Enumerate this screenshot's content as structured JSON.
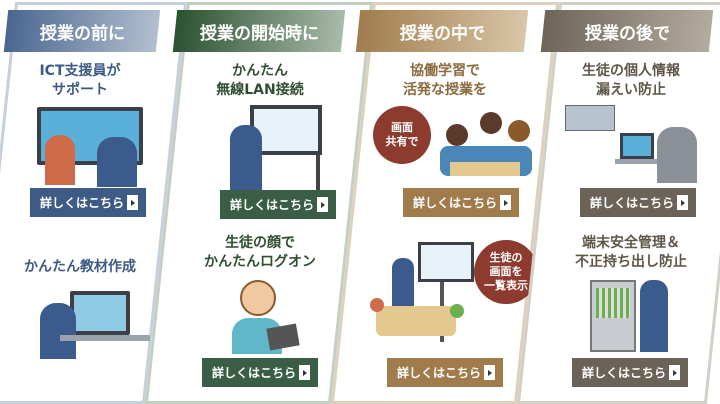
{
  "columns": [
    {
      "header": "授業の前に",
      "items": [
        {
          "title": "ICT支援員が\nサポート",
          "button": "詳しくはこちら"
        },
        {
          "title": "かんたん教材作成"
        }
      ]
    },
    {
      "header": "授業の開始時に",
      "items": [
        {
          "title": "かんたん\n無線LAN接続",
          "button": "詳しくはこちら"
        },
        {
          "title": "生徒の顔で\nかんたんログオン",
          "button": "詳しくはこちら"
        }
      ]
    },
    {
      "header": "授業の中で",
      "items": [
        {
          "title": "協働学習で\n活発な授業を",
          "button": "詳しくはこちら",
          "badge": "画面\n共有で"
        },
        {
          "button": "詳しくはこちら",
          "badge": "生徒の\n画面を\n一覧表示"
        }
      ]
    },
    {
      "header": "授業の後で",
      "items": [
        {
          "title": "生徒の個人情報\n漏えい防止",
          "button": "詳しくはこちら"
        },
        {
          "title": "端末安全管理＆\n不正持ち出し防止",
          "button": "詳しくはこちら"
        }
      ]
    }
  ],
  "colors": {
    "blue": "#4a6690",
    "green": "#2c5433",
    "brown": "#a07c4d",
    "gray": "#6e6558",
    "arrow": "#17707f",
    "badge": "#8d3b2e"
  }
}
